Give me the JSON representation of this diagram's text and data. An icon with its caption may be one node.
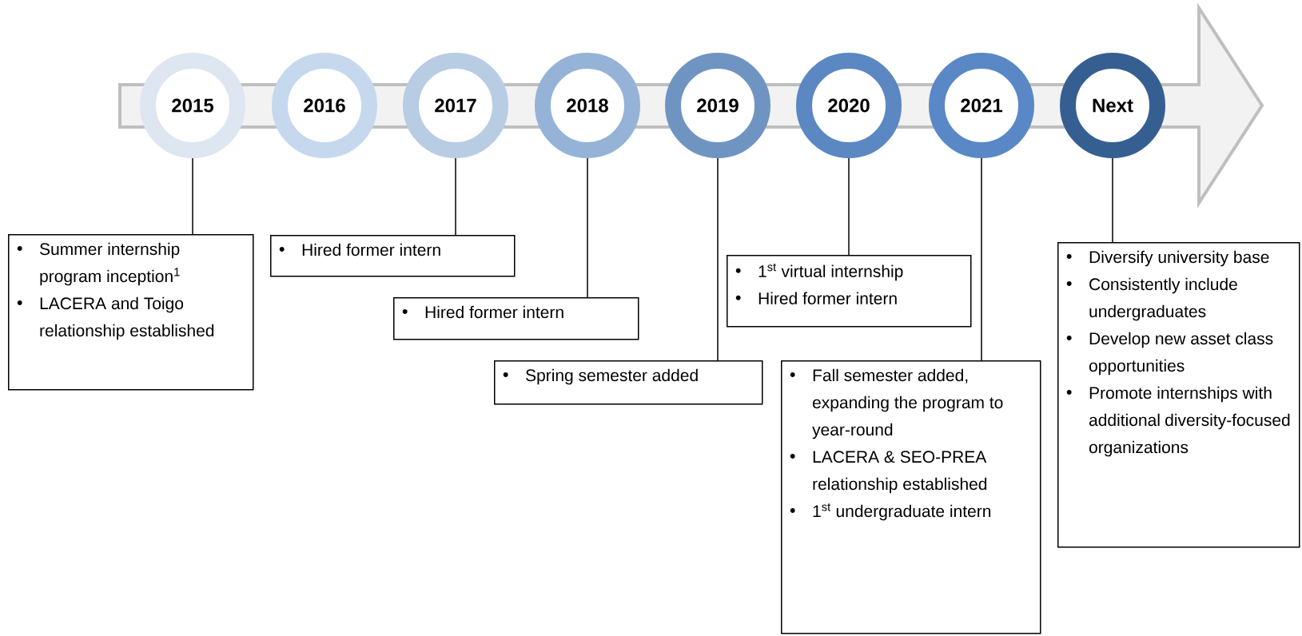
{
  "diagram": {
    "nodes": [
      {
        "text": [
          "2015"
        ]
      },
      {
        "text": [
          "2016"
        ]
      },
      {
        "text": [
          "2017"
        ]
      },
      {
        "text": [
          "2018"
        ]
      },
      {
        "text": [
          "2019"
        ]
      },
      {
        "text": [
          "2020"
        ]
      },
      {
        "text": [
          "2021"
        ]
      },
      {
        "text": [
          "Next"
        ]
      },
      {
        "text": [
          "Summer internship program inception$^{1}$",
          "LACERA and Toigo relationship established"
        ]
      },
      {
        "text": [
          "Hired former intern"
        ]
      },
      {
        "text": [
          "Hired former intern"
        ]
      },
      {
        "text": [
          "Spring semester added"
        ]
      },
      {
        "text": [
          "1$^{st}$ virtual internship",
          "Hired former intern"
        ]
      },
      {
        "text": [
          "Fall semester added, expanding the program to year-round",
          "LACERA & SEO-PREA relationship established",
          "1$^{st}$ undergraduate intern"
        ]
      },
      {
        "text": [
          "Diversify university base",
          "Consistently include undergraduates",
          "Develop new asset class opportunities",
          "Promote internships with additional diversity-focused organizations"
        ]
      }
    ],
    "edges": [
      {
        "from": 0,
        "to": 8,
        "arrow": "none"
      },
      {
        "from": 2,
        "to": 9,
        "arrow": "none"
      },
      {
        "from": 3,
        "to": 10,
        "arrow": "none"
      },
      {
        "from": 4,
        "to": 11,
        "arrow": "none"
      },
      {
        "from": 5,
        "to": 12,
        "arrow": "none"
      },
      {
        "from": 6,
        "to": 13,
        "arrow": "none"
      },
      {
        "from": 7,
        "to": 14,
        "arrow": "none"
      }
    ]
  }
}
